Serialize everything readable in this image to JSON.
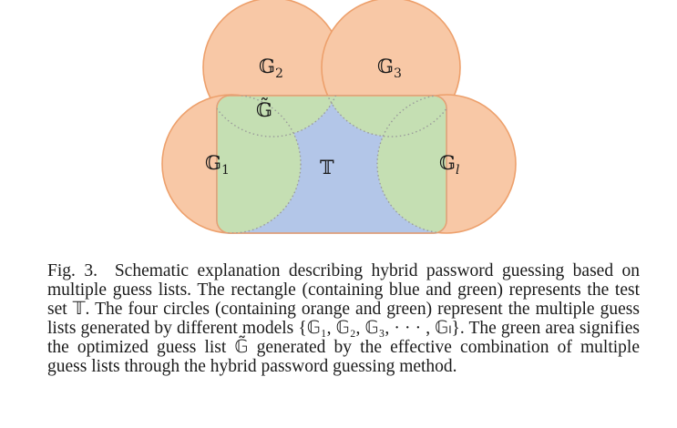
{
  "figure": {
    "labels": {
      "g1": "𝔾",
      "g1_sub": "1",
      "g2": "𝔾",
      "g2_sub": "2",
      "g3": "𝔾",
      "g3_sub": "3",
      "gl": "𝔾",
      "gl_sub": "l",
      "t": "𝕋",
      "g_tilde": "𝔾̃"
    },
    "colors": {
      "orange_fill": "#f8c8a6",
      "orange_stroke": "#eda06c",
      "green_fill": "#c5dfb3",
      "blue_fill": "#b3c6e8",
      "blue_stroke": "#7e9cd4",
      "dotted_stroke": "#9a9a9a"
    }
  },
  "caption": {
    "fig_label": "Fig. 3.",
    "text": "Schematic explanation describing hybrid password guessing based on multiple guess lists. The rectangle (containing blue and green) represents the test set 𝕋. The four circles (containing orange and green) represent the multiple guess lists generated by different models {𝔾₁, 𝔾₂, 𝔾₃, · · · , 𝔾ₗ}. The green area signifies the optimized guess list 𝔾̃ generated by the effective combination of multiple guess lists through the hybrid password guessing method."
  }
}
